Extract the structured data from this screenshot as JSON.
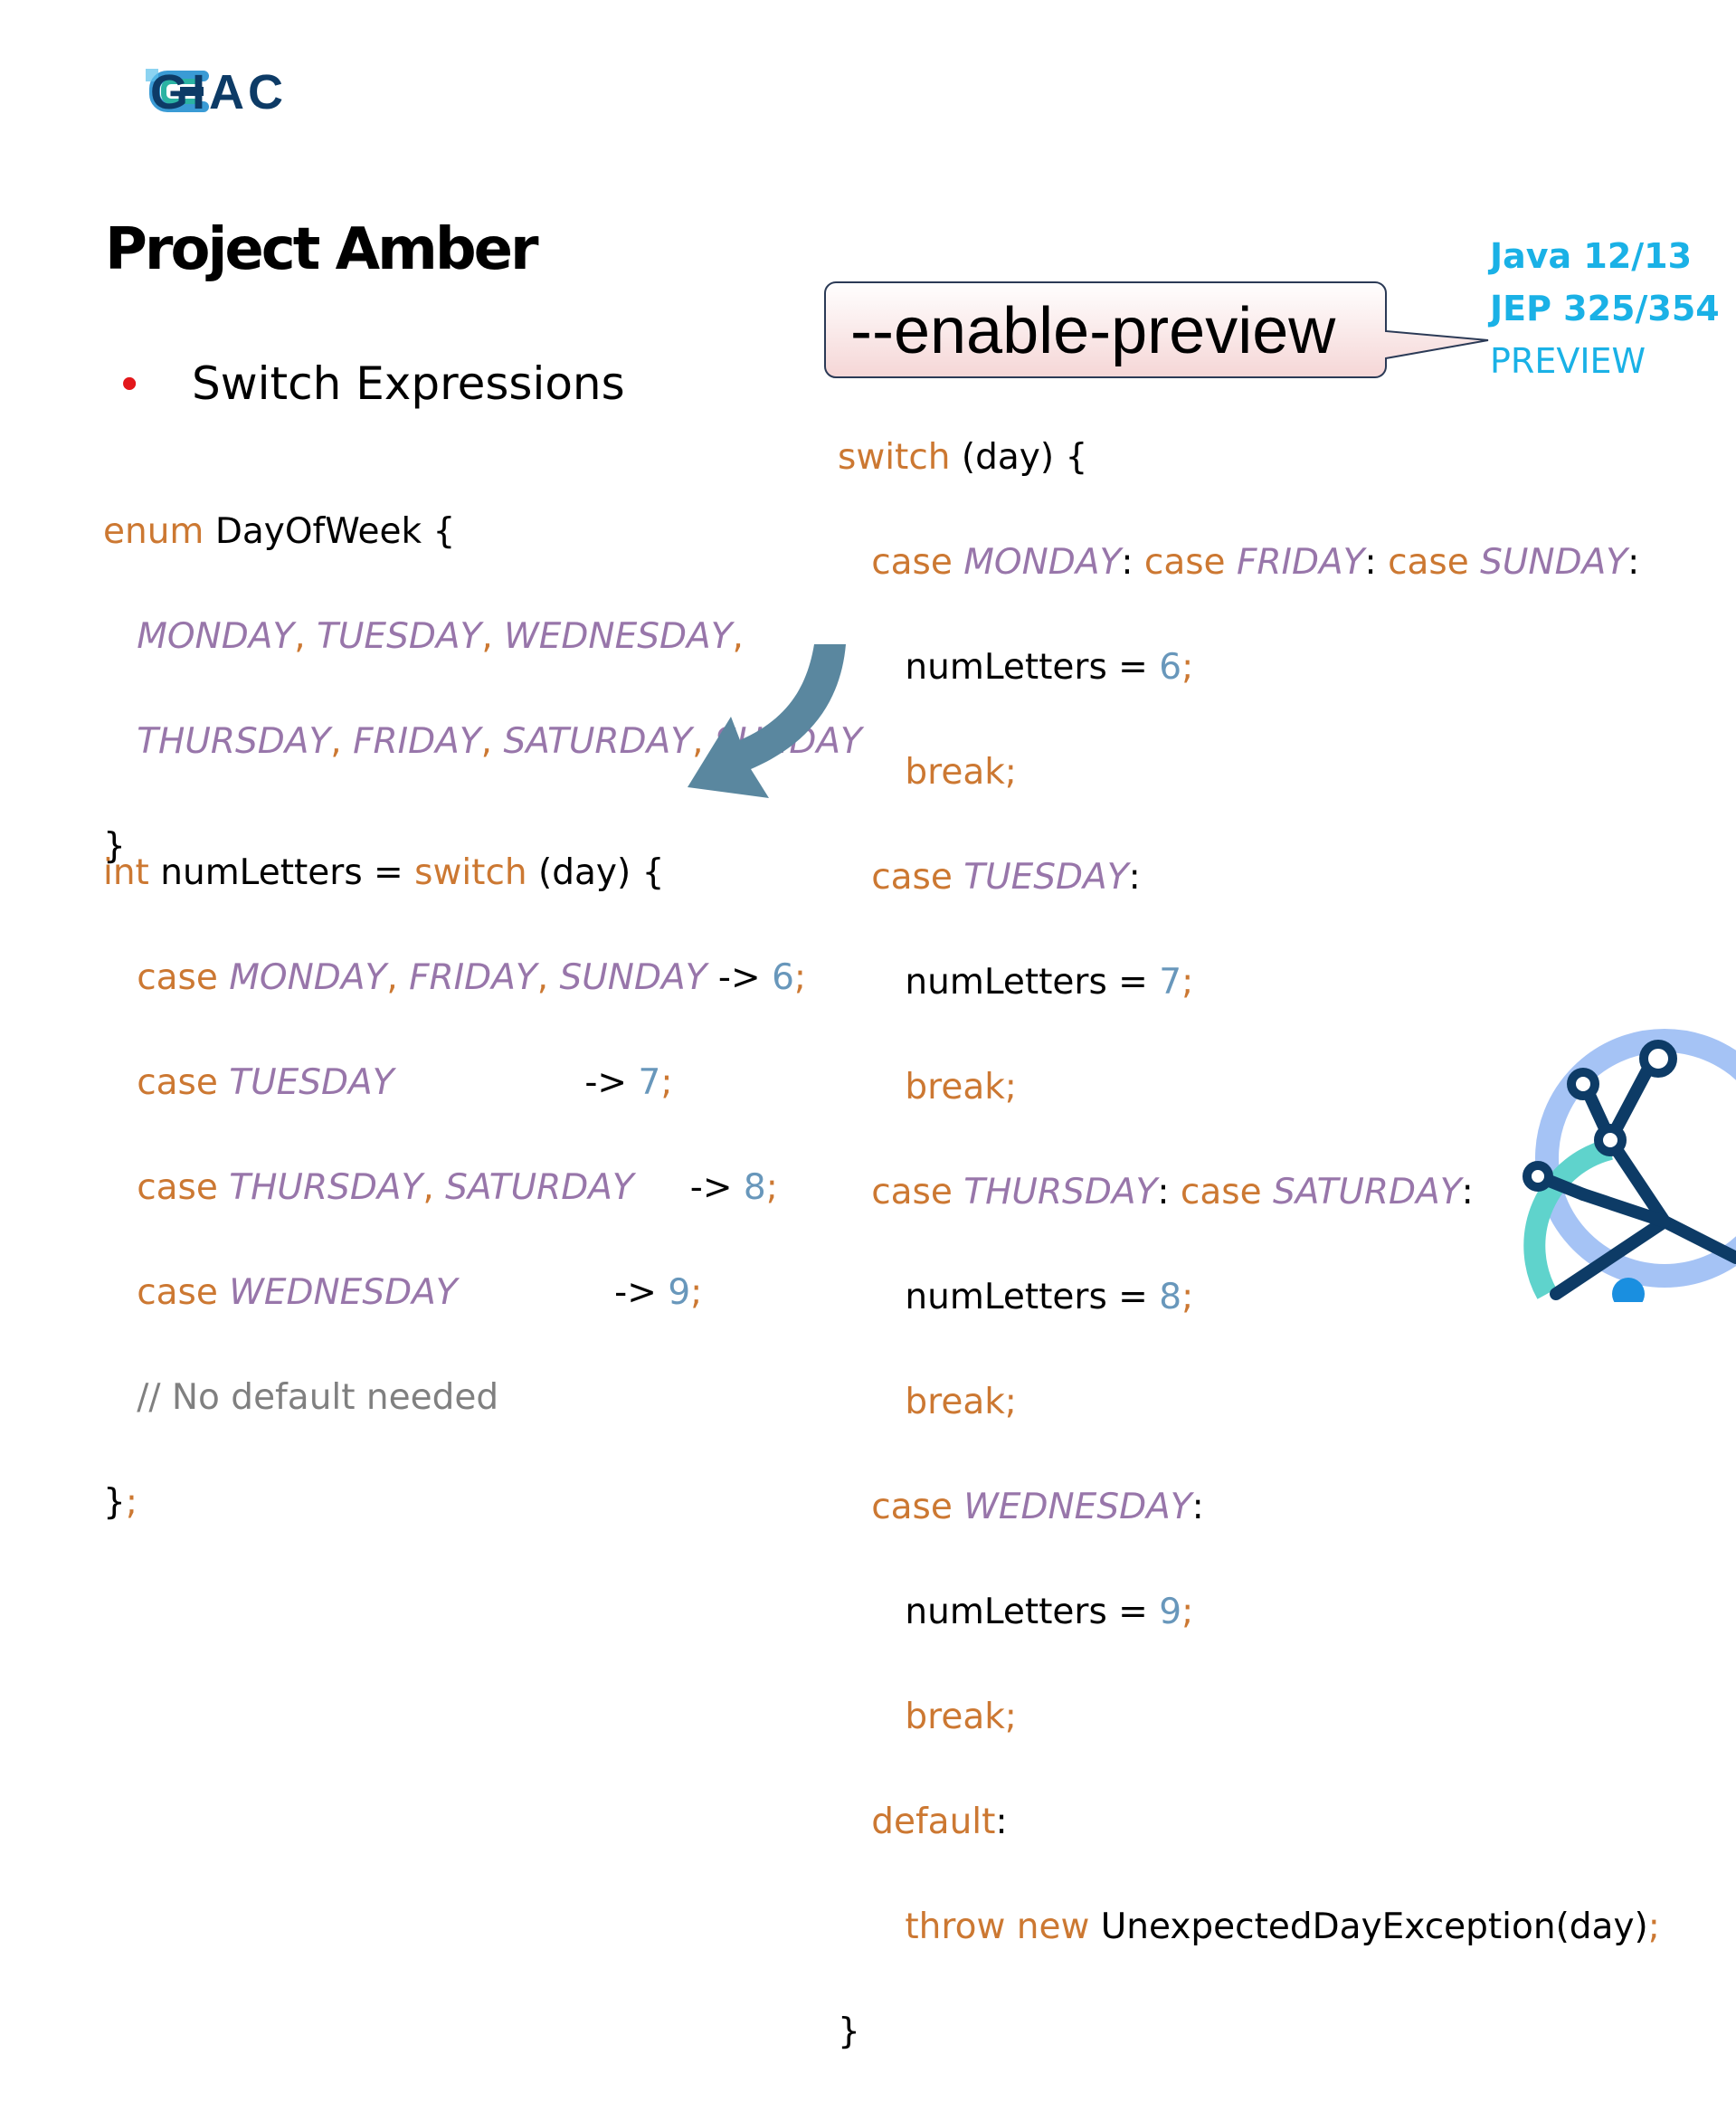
{
  "brand": {
    "logo_text": "GIAC"
  },
  "slide": {
    "title": "Project Amber",
    "bullet": "Switch Expressions"
  },
  "callout": {
    "text": "--enable-preview"
  },
  "java_note": {
    "version": "Java 12/13",
    "jep": "JEP 325/354",
    "status": "PREVIEW"
  },
  "colors": {
    "keyword": "#cc7832",
    "constant": "#9876aa",
    "number": "#6897bb",
    "comment": "#808080",
    "java_note": "#1ab1e6",
    "bullet": "#e3171b",
    "arrow": "#5a879f"
  },
  "enum_code": {
    "l1": {
      "kw": "enum",
      "rest": " DayOfWeek {"
    },
    "l2": {
      "c1": "MONDAY",
      "c2": "TUESDAY",
      "c3": "WEDNESDAY"
    },
    "l3": {
      "c1": "THURSDAY",
      "c2": "FRIDAY",
      "c3": "SATURDAY",
      "c4": "SUNDAY"
    },
    "l4": "}"
  },
  "expr_code": {
    "l1": {
      "kw1": "int",
      "mid": " numLetters = ",
      "kw2": "switch",
      "rest": " (day) {"
    },
    "l2": {
      "kw": "case",
      "c1": "MONDAY",
      "c2": "FRIDAY",
      "c3": "SUNDAY",
      "arrow": " -> ",
      "n": "6"
    },
    "l3": {
      "kw": "case",
      "c1": "TUESDAY",
      "arrow": "                 -> ",
      "n": "7"
    },
    "l4": {
      "kw": "case",
      "c1": "THURSDAY",
      "c2": "SATURDAY",
      "arrow": "     -> ",
      "n": "8"
    },
    "l5": {
      "kw": "case",
      "c1": "WEDNESDAY",
      "arrow": "              -> ",
      "n": "9"
    },
    "l6": "// No default needed",
    "l7": "}"
  },
  "stmt_code": {
    "l1": {
      "kw": "switch",
      "rest": " (day) {"
    },
    "l2": {
      "kw": "case",
      "c1": "MONDAY",
      "c2": "FRIDAY",
      "c3": "SUNDAY"
    },
    "assign": "numLetters = ",
    "brk": "break;",
    "n6": "6",
    "n7": "7",
    "n8": "8",
    "n9": "9",
    "l5": {
      "kw": "case",
      "c1": "TUESDAY"
    },
    "l8": {
      "kw": "case",
      "c1": "THURSDAY",
      "c2": "SATURDAY"
    },
    "l11": {
      "kw": "case",
      "c1": "WEDNESDAY"
    },
    "l14": {
      "kw": "default"
    },
    "l15": {
      "kw1": "throw",
      "kw2": "new",
      "rest": " UnexpectedDayException(day)"
    },
    "l16": "}"
  }
}
